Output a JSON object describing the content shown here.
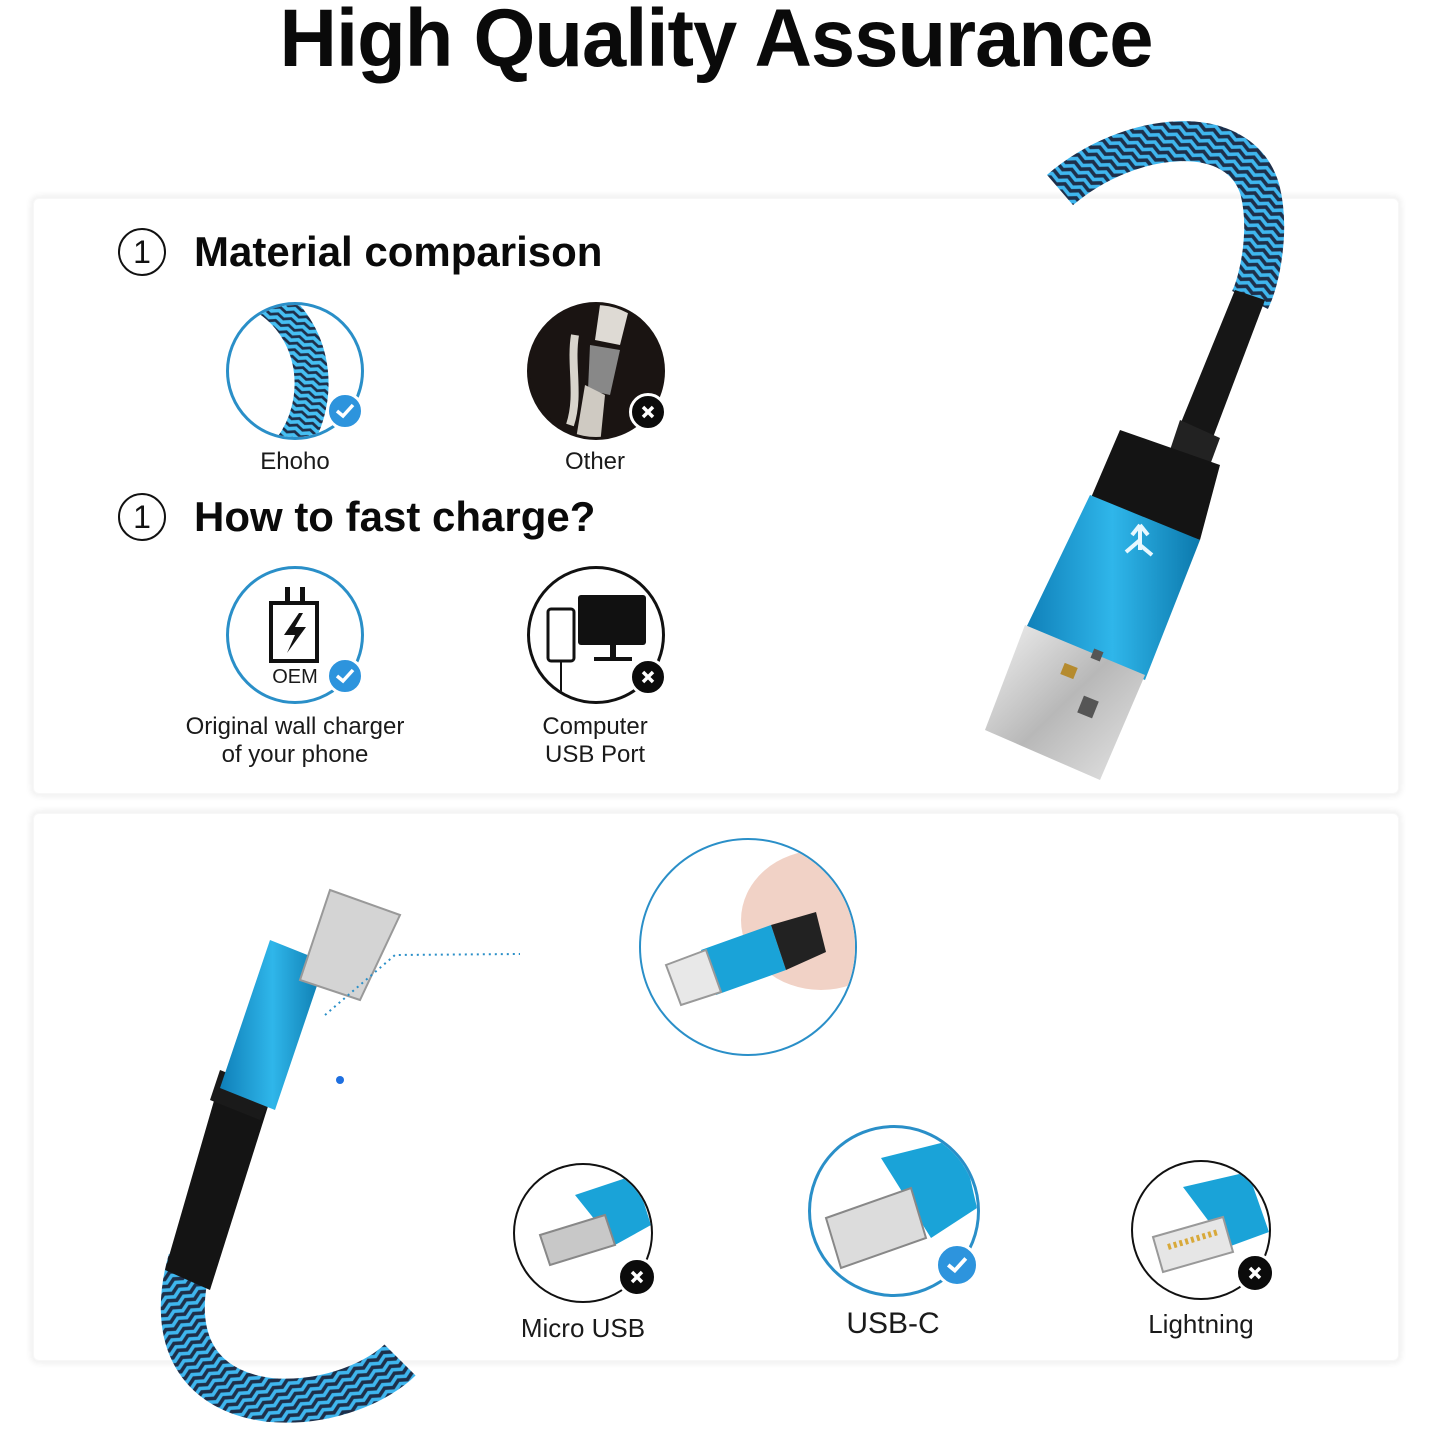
{
  "header": {
    "title": "High Quality Assurance"
  },
  "colors": {
    "accent_blue": "#2d94dd",
    "cable_blue": "#1aa3d8",
    "ring_blue": "#2a8fc8",
    "black": "#0b0b0b"
  },
  "material_section": {
    "number": "1",
    "title": "Material comparison",
    "items": [
      {
        "label": "Ehoho",
        "status": "check",
        "image": "braided-cable"
      },
      {
        "label": "Other",
        "status": "cross",
        "image": "frayed-cable"
      }
    ]
  },
  "charge_section": {
    "number": "1",
    "title": "How to fast charge?",
    "items": [
      {
        "label_line1": "Original wall charger",
        "label_line2": "of your phone",
        "icon_text": "OEM",
        "status": "check",
        "image": "wall-charger"
      },
      {
        "label_line1": "Computer",
        "label_line2": "USB Port",
        "status": "cross",
        "image": "computer-usb"
      }
    ]
  },
  "connector_section": {
    "items": [
      {
        "label": "Micro USB",
        "status": "cross"
      },
      {
        "label": "USB-C",
        "status": "check"
      },
      {
        "label": "Lightning",
        "status": "cross"
      }
    ]
  }
}
